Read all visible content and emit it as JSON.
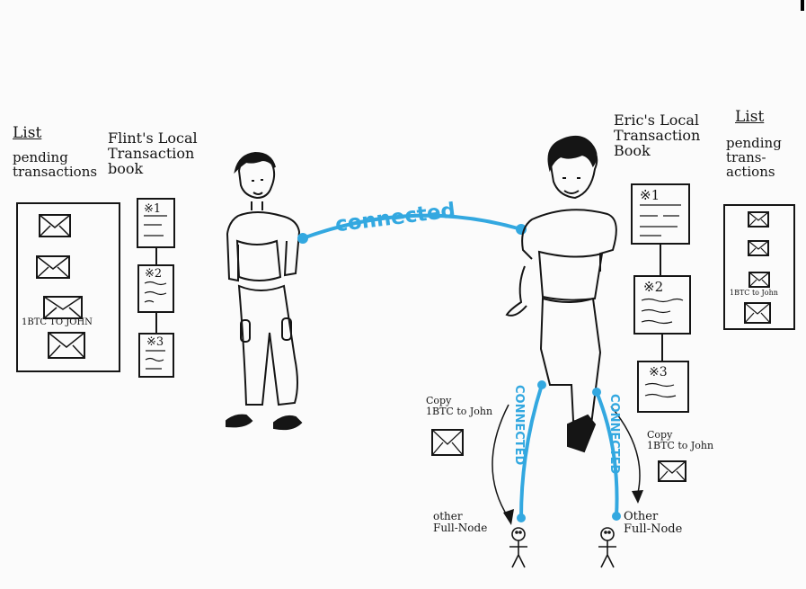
{
  "left_list": {
    "title": "List",
    "subtitle": "pending\ntransactions",
    "item_label": "1BTC TO JOHN"
  },
  "flint_book": {
    "title": "Flint's Local\nTransaction\nbook",
    "blocks": [
      "※1",
      "※2",
      "※3"
    ]
  },
  "eric_book": {
    "title": "Eric's Local\nTransaction\nBook",
    "blocks": [
      "※1",
      "※2",
      "※3"
    ]
  },
  "right_list": {
    "title": "List",
    "subtitle": "pending\ntrans-\nactions",
    "item_label": "1BTC to John"
  },
  "connections": {
    "main_label": "connected",
    "vertical_label": "CONNECTED"
  },
  "copies": {
    "left": "Copy\n1BTC to John",
    "right": "Copy\n1BTC to John"
  },
  "nodes": {
    "left": "other\nFull-Node",
    "right": "Other\nFull-Node"
  },
  "colors": {
    "connection": "#33a8e0",
    "ink": "#151515",
    "paper": "#fbfbfb"
  }
}
